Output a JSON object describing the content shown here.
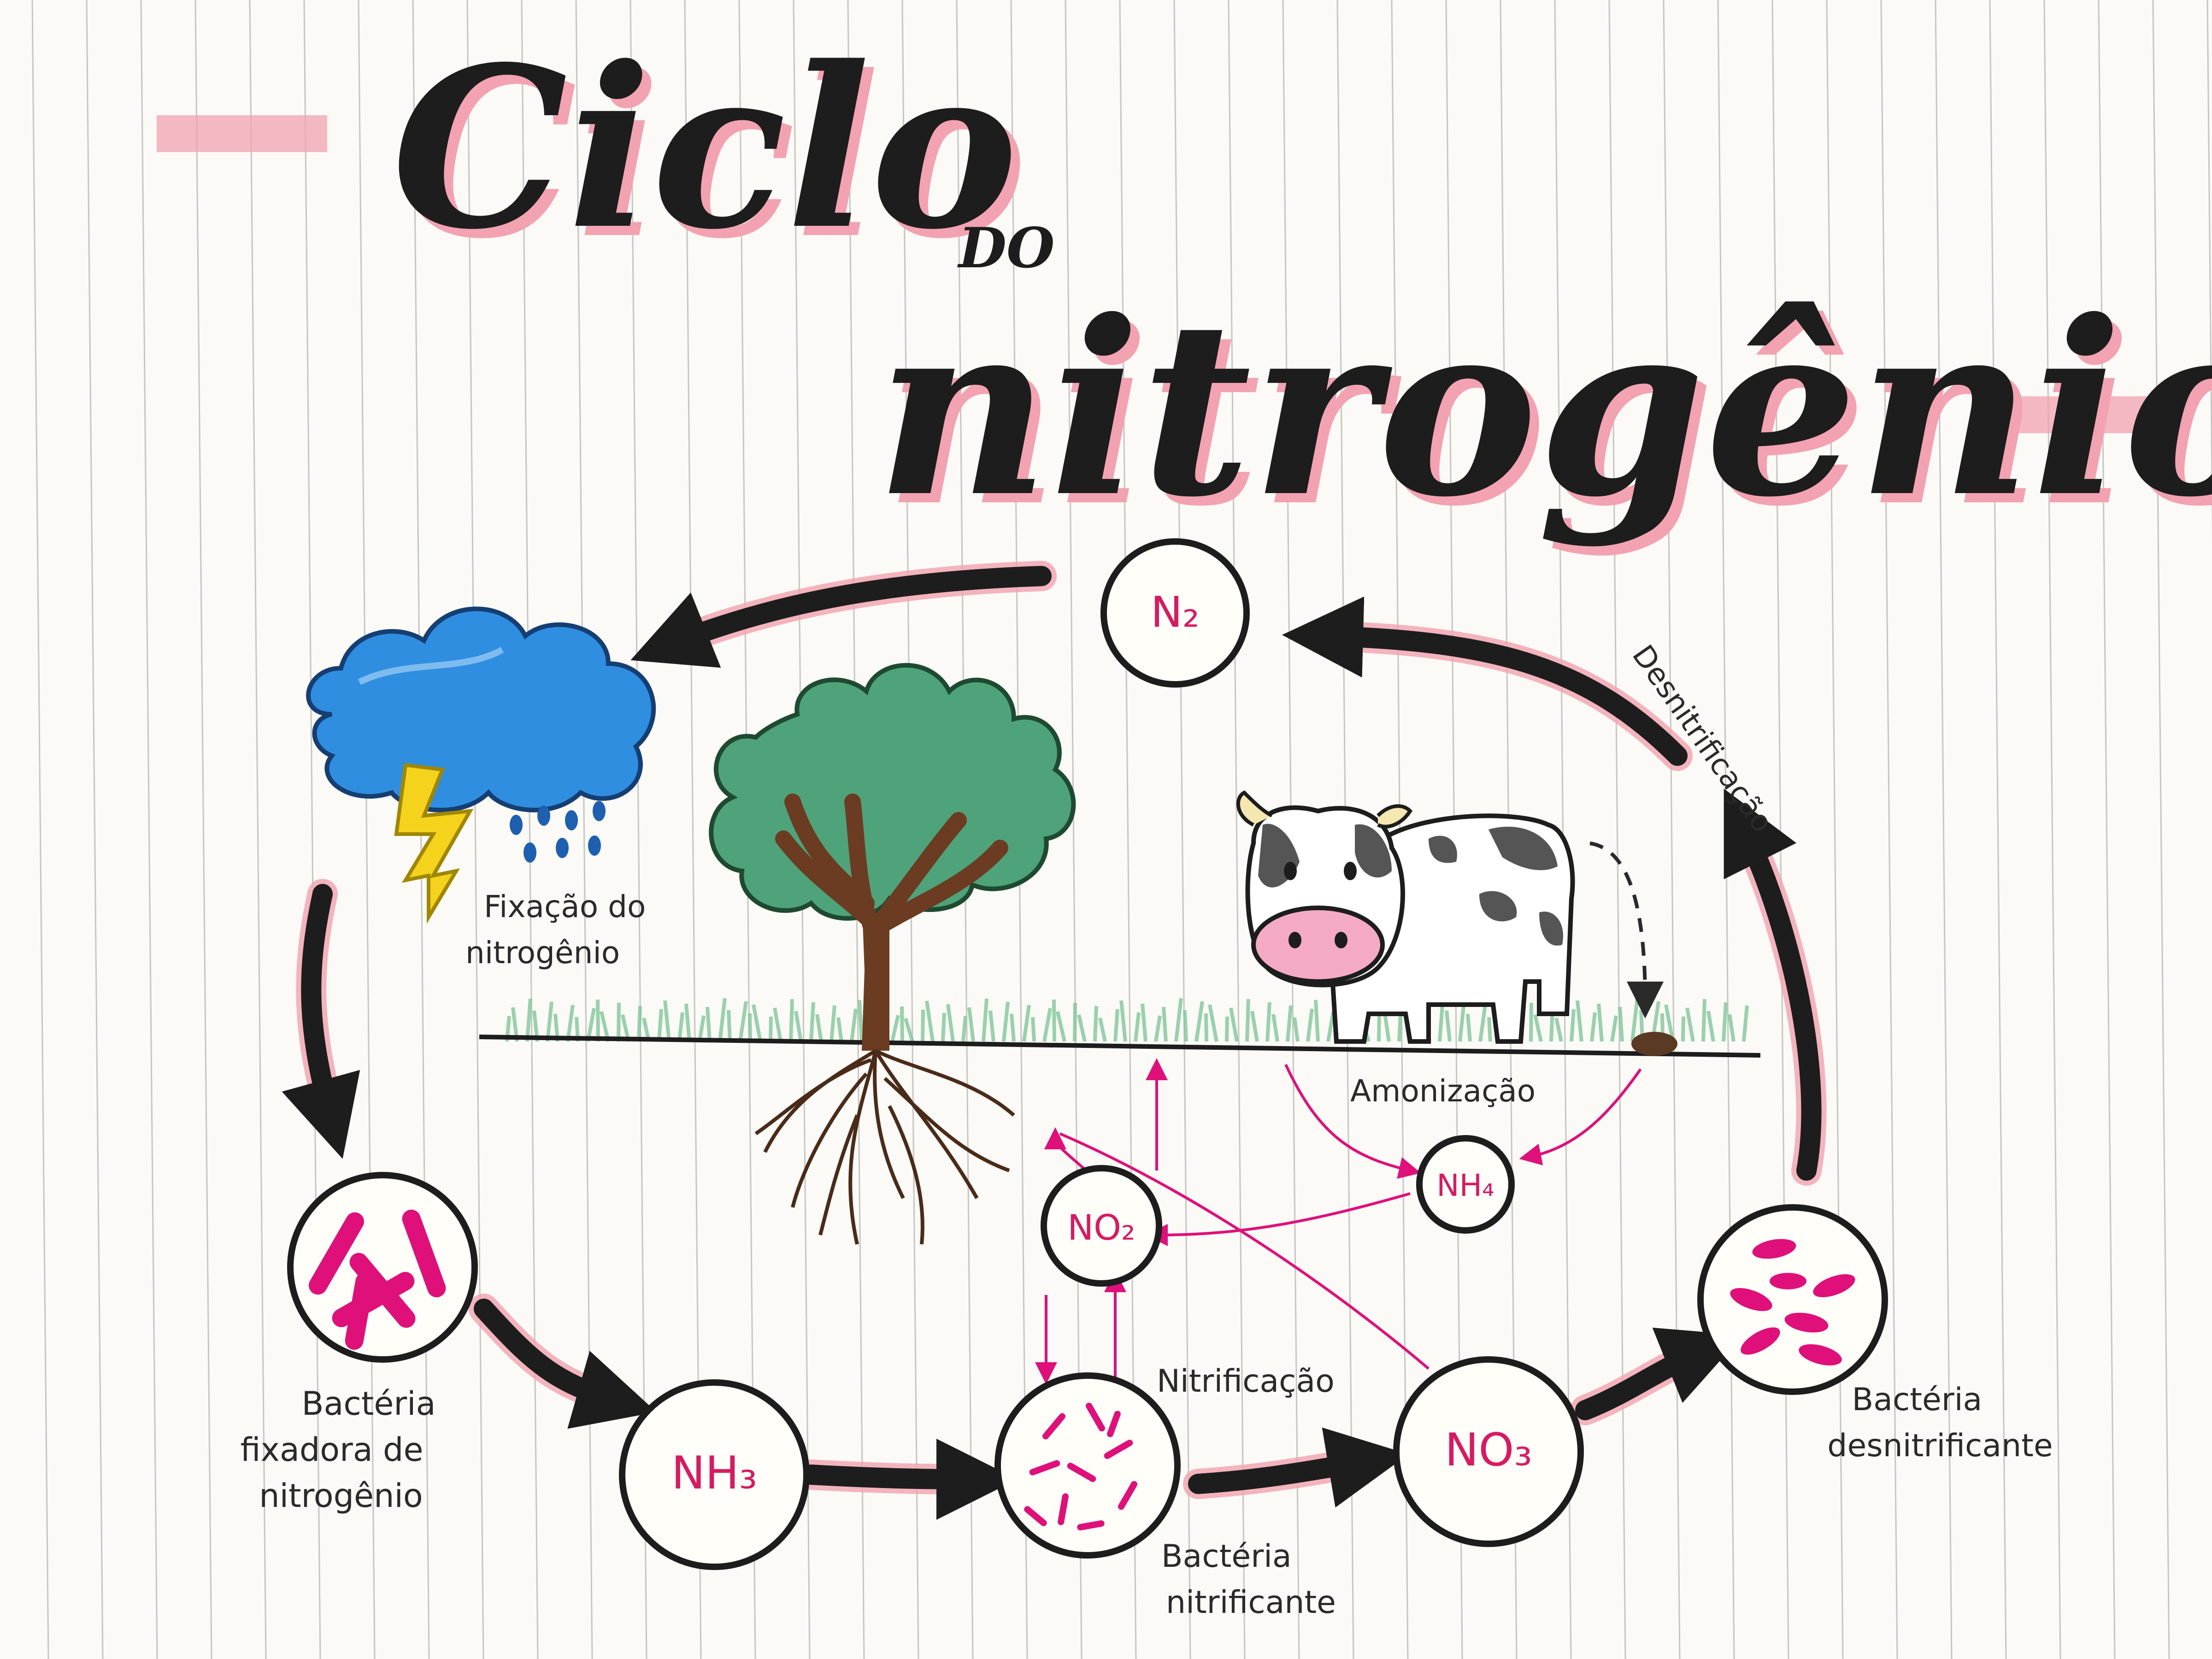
{
  "title": {
    "line1": "Ciclo",
    "connector": "DO",
    "line2": "nitrogênio"
  },
  "molecules": {
    "n2": "N₂",
    "nh3": "NH₃",
    "no2": "NO₂",
    "no3": "NO₃",
    "nh4": "NH₄"
  },
  "labels": {
    "fixacao": [
      "Fixação do",
      "nitrogênio"
    ],
    "bacteria_fixadora": [
      "Bactéria",
      "fixadora de",
      "nitrogênio"
    ],
    "bacteria_nitrificante": [
      "Bactéria",
      "nitrificante"
    ],
    "nitrificacao": "Nitrificação",
    "amonizacao": "Amonização",
    "desnitrificacao": "Desnitrificação",
    "bacteria_desnitrificante": [
      "Bactéria",
      "desnitrificante"
    ]
  },
  "colors": {
    "ink": "#1d1d1d",
    "highlight_pink": "#f2a2b0",
    "magenta": "#e0107a",
    "cloud_blue": "#2f8ee0",
    "lightning_yellow": "#f5d21c",
    "tree_green": "#4fa37a",
    "trunk_brown": "#6b3c22",
    "grass_green": "#8fd0a6"
  },
  "icons": [
    "rain-cloud-icon",
    "lightning-icon",
    "tree-icon",
    "cow-icon",
    "manure-icon",
    "bacteria-icon"
  ]
}
